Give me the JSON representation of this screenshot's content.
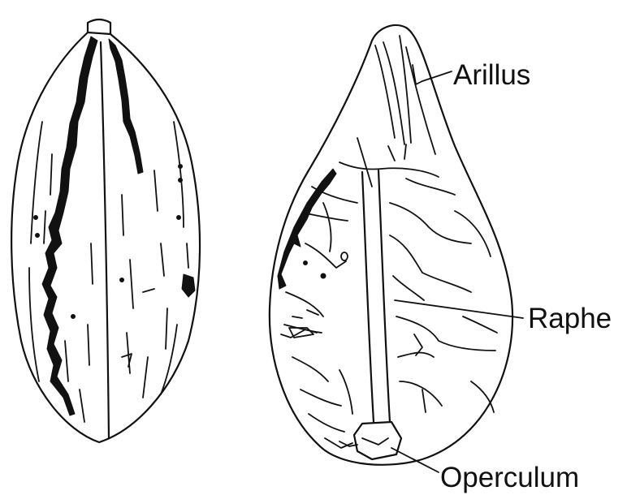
{
  "labels": {
    "arillus": "Arillus",
    "raphe": "Raphe",
    "operculum": "Operculum"
  },
  "colors": {
    "ink": "#111111",
    "background": "#ffffff"
  }
}
